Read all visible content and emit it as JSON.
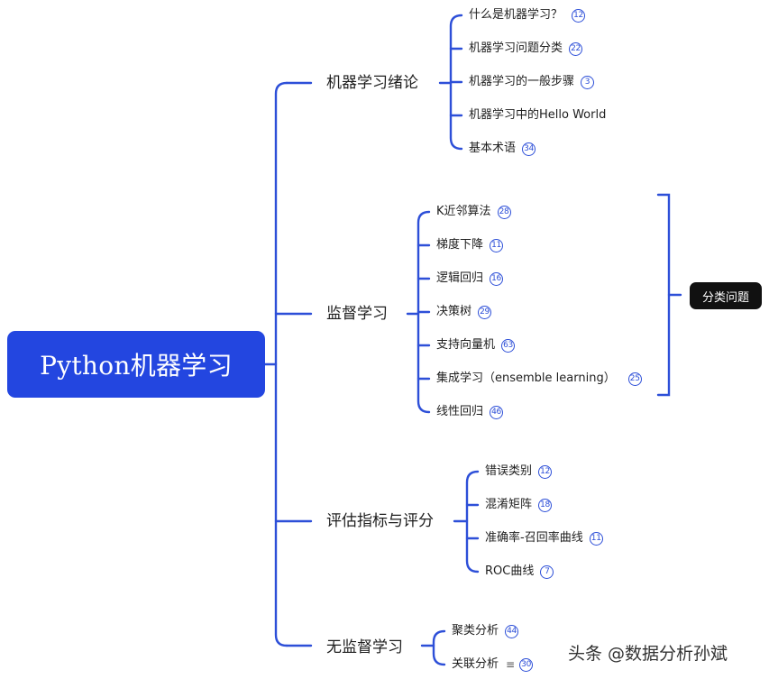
{
  "root": {
    "label": "Python机器学习"
  },
  "branches": [
    {
      "label": "机器学习绪论",
      "leaves": [
        {
          "label": "什么是机器学习？",
          "badge": "12"
        },
        {
          "label": "机器学习问题分类",
          "badge": "22"
        },
        {
          "label": "机器学习的一般步骤",
          "badge": "3"
        },
        {
          "label": "机器学习中的Hello World",
          "badge": ""
        },
        {
          "label": "基本术语",
          "badge": "34"
        }
      ]
    },
    {
      "label": "监督学习",
      "leaves": [
        {
          "label": "K近邻算法",
          "badge": "28"
        },
        {
          "label": "梯度下降",
          "badge": "11"
        },
        {
          "label": "逻辑回归",
          "badge": "16"
        },
        {
          "label": "决策树",
          "badge": "29"
        },
        {
          "label": "支持向量机",
          "badge": "63"
        },
        {
          "label": "集成学习（ensemble learning）",
          "badge": "25"
        },
        {
          "label": "线性回归",
          "badge": "46"
        }
      ]
    },
    {
      "label": "评估指标与评分",
      "leaves": [
        {
          "label": "错误类别",
          "badge": "12"
        },
        {
          "label": "混淆矩阵",
          "badge": "18"
        },
        {
          "label": "准确率-召回率曲线",
          "badge": "11"
        },
        {
          "label": "ROC曲线",
          "badge": "7"
        }
      ]
    },
    {
      "label": "无监督学习",
      "leaves": [
        {
          "label": "聚类分析",
          "badge": "44"
        },
        {
          "label": "关联分析",
          "badge": "30",
          "note_icon": "≡"
        }
      ]
    }
  ],
  "summary": {
    "label": "分类问题"
  },
  "watermark": "头条 @数据分析孙斌",
  "colors": {
    "line": "#2d4fd8",
    "root_fill": "#2346e0",
    "summary_fill": "#111111"
  },
  "icons": {
    "note": "note-lines-icon",
    "count_badge": "comment-count-badge"
  }
}
